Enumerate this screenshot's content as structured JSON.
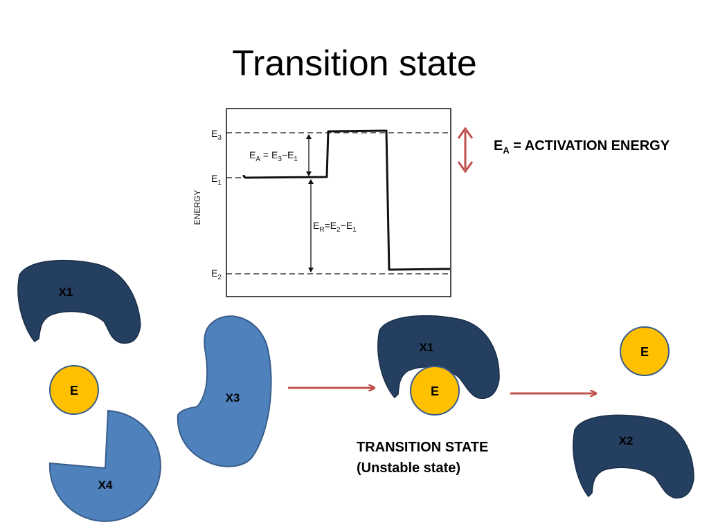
{
  "title": "Transition state",
  "energy_plot": {
    "ylabel": "ENERGY",
    "levels": [
      "E3",
      "E1",
      "E2"
    ],
    "ea_formula": "EA = E3 - E1",
    "er_formula": "ER = E2 - E1"
  },
  "activation_label": {
    "main": "E",
    "sub": "A",
    "rest": " = ACTIVATION ENERGY"
  },
  "shapes": {
    "x1": "X1",
    "x2": "X2",
    "x3": "X3",
    "x4": "X4",
    "e": "E"
  },
  "transition_state": {
    "line1": "TRANSITION STATE",
    "line2": "(Unstable state)"
  },
  "colors": {
    "dark_blue": "#243f60",
    "light_blue": "#4f81bd",
    "yellow": "#ffc000",
    "arrow_red": "#c0504d"
  }
}
